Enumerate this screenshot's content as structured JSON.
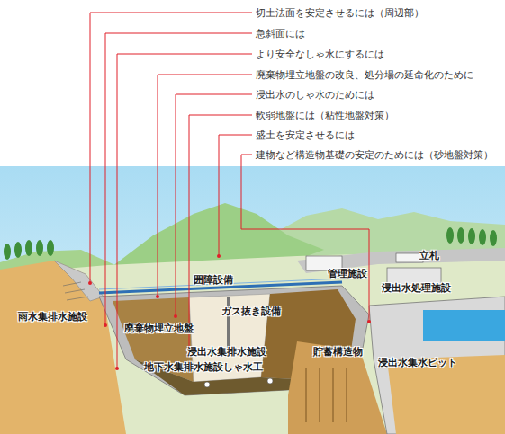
{
  "diagram": {
    "labels": [
      "切土法面を安定させるには（周辺部）",
      "急斜面には",
      "より安全なしゃ水にするには",
      "廃棄物埋立地盤の改良、処分場の延命化のために",
      "浸出水のしゃ水のためには",
      "軟弱地盤には（粘性地盤対策）",
      "盛土を安定させるには",
      "建物など構造物基礎の安定のためには（砂地盤対策）",
      "雨水集排水施設",
      "廃棄物埋立地盤",
      "囲障設備",
      "ガス抜き設備",
      "管理施設",
      "立札",
      "浸出水処理施設",
      "浸出水集排水施設",
      "しゃ水工",
      "地下水集排水施設",
      "貯蓄構造物",
      "浸出水集水ピット"
    ]
  }
}
